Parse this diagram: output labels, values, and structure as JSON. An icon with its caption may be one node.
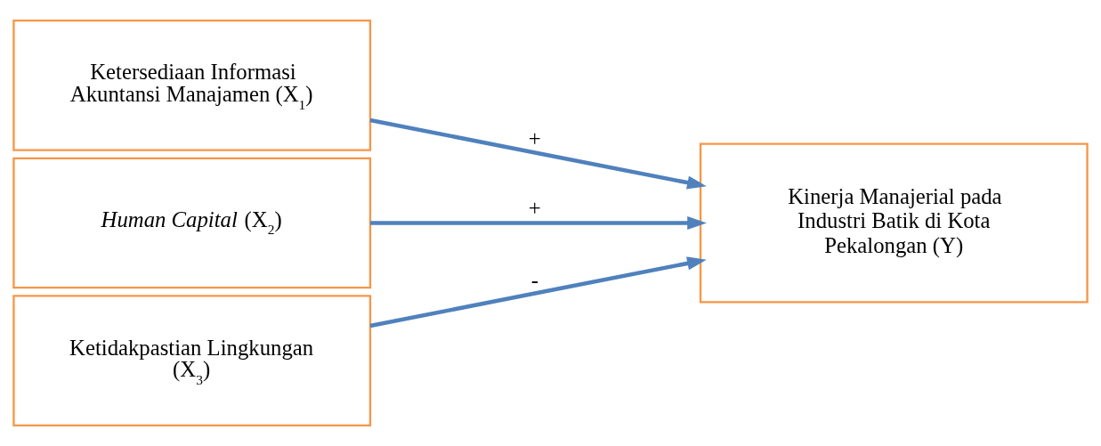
{
  "diagram": {
    "nodes": [
      {
        "text": [
          "Ketersediaan Informasi Akuntansi Manajamen (X$_{1}$)"
        ]
      },
      {
        "text": [
          "*Human Capital* (X$_{2}$)"
        ]
      },
      {
        "text": [
          "Ketidakpastian Lingkungan (X$_{3}$)"
        ]
      },
      {
        "text": [
          "Kinerja Manajerial pada Industri Batik di Kota Pekalongan (Y)"
        ]
      }
    ],
    "edges": [
      {
        "from": 0,
        "to": 3,
        "arrow": "to",
        "label": "+"
      },
      {
        "from": 1,
        "to": 3,
        "arrow": "to",
        "label": "+"
      },
      {
        "from": 2,
        "to": 3,
        "arrow": "to",
        "label": "-"
      }
    ]
  }
}
